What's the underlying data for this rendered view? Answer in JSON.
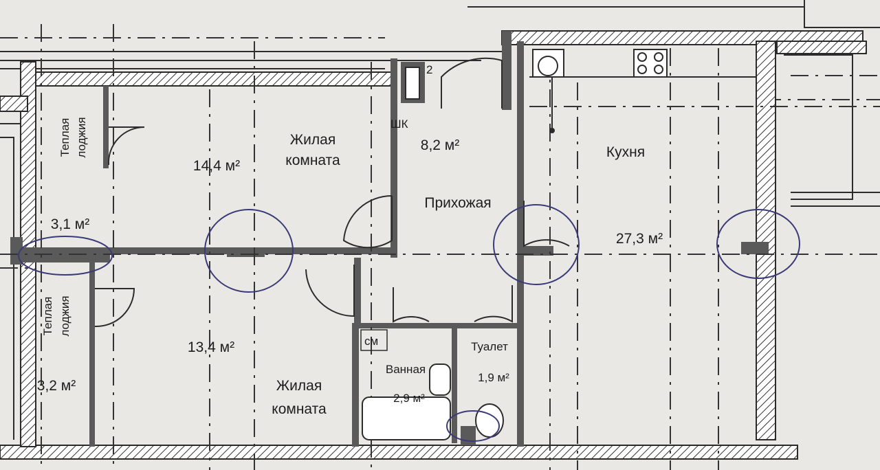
{
  "rooms": [
    {
      "id": "living1",
      "name": "Жилая\nкомната",
      "area": "14,4 м²"
    },
    {
      "id": "living2",
      "name": "Жилая\nкомната",
      "area": "13,4 м²"
    },
    {
      "id": "loggia1",
      "name": "Теплая\nлоджия",
      "area": "3,1 м²"
    },
    {
      "id": "loggia2",
      "name": "Теплая\nлоджия",
      "area": "3,2 м²"
    },
    {
      "id": "hall",
      "name": "Прихожая",
      "area": "8,2 м²"
    },
    {
      "id": "kitchen",
      "name": "Кухня",
      "area": "27,3 м²"
    },
    {
      "id": "bath",
      "name": "Ванная",
      "area": "2,9 м²"
    },
    {
      "id": "toilet",
      "name": "Туалет",
      "area": "1,9 м²"
    }
  ],
  "markers": {
    "wardrobe": "ШК",
    "washer": "см",
    "shaft": "2"
  },
  "colors": {
    "paper": "#e9e8e4",
    "wall": "#5a5a5a",
    "ink": "#1d1d1d",
    "pen": "#3b3a78"
  }
}
